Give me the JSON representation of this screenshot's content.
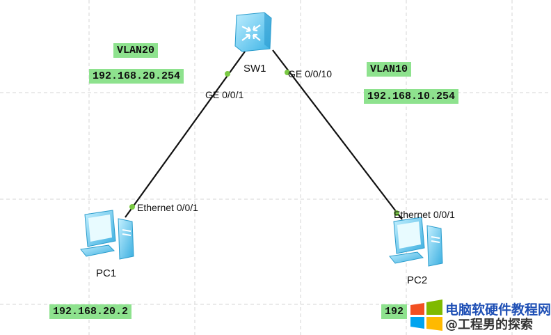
{
  "devices": {
    "switch": {
      "name": "SW1",
      "icon": "switch-icon"
    },
    "pc1": {
      "name": "PC1",
      "icon": "pc-icon"
    },
    "pc2": {
      "name": "PC2",
      "icon": "pc-icon"
    }
  },
  "ports": {
    "sw_pc1": "GE 0/0/1",
    "sw_pc2": "GE 0/0/10",
    "pc1_eth": "Ethernet 0/0/1",
    "pc2_eth": "Ethernet 0/0/1"
  },
  "labels": {
    "vlan20": "VLAN20",
    "vlan20_gw": "192.168.20.254",
    "vlan10": "VLAN10",
    "vlan10_gw": "192.168.10.254",
    "pc1_ip": "192.168.20.2",
    "pc2_ip_visible": "192"
  },
  "watermark": {
    "line1": "电脑软硬件教程网",
    "line2": "@工程男的探索"
  },
  "colors": {
    "label_bg": "#8ee28e",
    "link": "#111111",
    "port_dot": "#7ac943",
    "grid": "#d4d4d4",
    "device_blue": "#5cc8f0"
  }
}
